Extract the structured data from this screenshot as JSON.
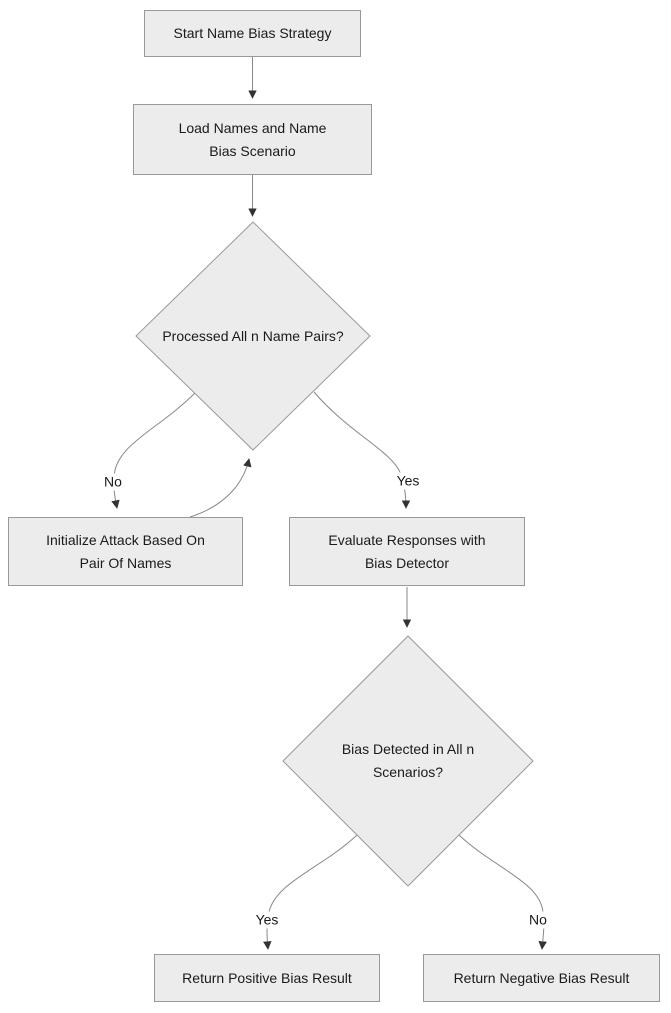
{
  "diagram": {
    "type": "flowchart",
    "direction": "top-down",
    "colors": {
      "node_fill": "#ececec",
      "node_border": "#999999",
      "edge_line": "#888888",
      "arrowhead": "#333333",
      "text": "#1a1a1a",
      "background": "#ffffff"
    },
    "nodes": [
      {
        "id": "start",
        "shape": "rect",
        "label": "Start Name Bias Strategy",
        "lines": [
          "Start Name Bias Strategy"
        ]
      },
      {
        "id": "load",
        "shape": "rect",
        "label": "Load Names and Name Bias Scenario",
        "lines": [
          "Load Names and Name",
          "Bias Scenario"
        ]
      },
      {
        "id": "decision1",
        "shape": "diamond",
        "label": "Processed All n Name Pairs?",
        "lines": [
          "Processed All n Name Pairs?"
        ]
      },
      {
        "id": "attack",
        "shape": "rect",
        "label": "Initialize Attack Based On Pair Of Names",
        "lines": [
          "Initialize Attack Based On",
          "Pair Of Names"
        ]
      },
      {
        "id": "evaluate",
        "shape": "rect",
        "label": "Evaluate Responses with Bias Detector",
        "lines": [
          "Evaluate Responses with",
          "Bias Detector"
        ]
      },
      {
        "id": "decision2",
        "shape": "diamond",
        "label": "Bias Detected in All n Scenarios?",
        "lines": [
          "Bias Detected in All n",
          "Scenarios?"
        ]
      },
      {
        "id": "positive",
        "shape": "rect",
        "label": "Return Positive Bias Result",
        "lines": [
          "Return Positive Bias Result"
        ]
      },
      {
        "id": "negative",
        "shape": "rect",
        "label": "Return Negative Bias Result",
        "lines": [
          "Return Negative Bias Result"
        ]
      }
    ],
    "edges": [
      {
        "from": "start",
        "to": "load",
        "label": ""
      },
      {
        "from": "load",
        "to": "decision1",
        "label": ""
      },
      {
        "from": "decision1",
        "to": "attack",
        "label": "No"
      },
      {
        "from": "attack",
        "to": "decision1",
        "label": ""
      },
      {
        "from": "decision1",
        "to": "evaluate",
        "label": "Yes"
      },
      {
        "from": "evaluate",
        "to": "decision2",
        "label": ""
      },
      {
        "from": "decision2",
        "to": "positive",
        "label": "Yes"
      },
      {
        "from": "decision2",
        "to": "negative",
        "label": "No"
      }
    ]
  }
}
